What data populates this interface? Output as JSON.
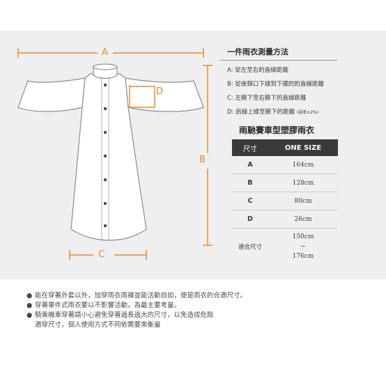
{
  "diagram": {
    "labels": {
      "a": "A",
      "b": "B",
      "c": "C",
      "d": "D"
    },
    "colors": {
      "dimension": "#e58a33",
      "garment_outline": "#8c8c8c",
      "garment_fill": "#ffffff",
      "buttons": "#555555"
    }
  },
  "method": {
    "title": "一件雨衣測量方法",
    "items": [
      {
        "text": "A: 從左至右的直線距離",
        "note": ""
      },
      {
        "text": "B: 從後頸口下緣到下擺的的直線距離",
        "note": ""
      },
      {
        "text": "C: 左腋下至右腋下的直線距離",
        "note": ""
      },
      {
        "text": "D: 肩線上緣至腋下的距離",
        "note": "(誤差±2%)"
      }
    ]
  },
  "size_table": {
    "title": "雨馳賽車型塑膠雨衣",
    "header": {
      "col1": "尺寸",
      "col2": "ONE SIZE"
    },
    "rows": [
      {
        "label": "A",
        "value": "164cm"
      },
      {
        "label": "B",
        "value": "128cm"
      },
      {
        "label": "C",
        "value": "80cm"
      },
      {
        "label": "D",
        "value": "26cm"
      }
    ],
    "fit": {
      "label": "適合尺寸",
      "from": "150cm",
      "sep": "~",
      "to": "176cm"
    }
  },
  "notes": {
    "bullet": "●",
    "lines": [
      "能在穿著外套以外，加穿雨衣雨褲並能活動自如，便是雨衣的合適尺寸。",
      "穿著單件式雨衣要以不影響活動，為最主要考量。",
      "騎乘機車穿著請小心避免穿著過長過大的尺寸，以免造成危險"
    ],
    "continuation": "適穿尺寸，個人使用方式不同依需要來衡量"
  }
}
